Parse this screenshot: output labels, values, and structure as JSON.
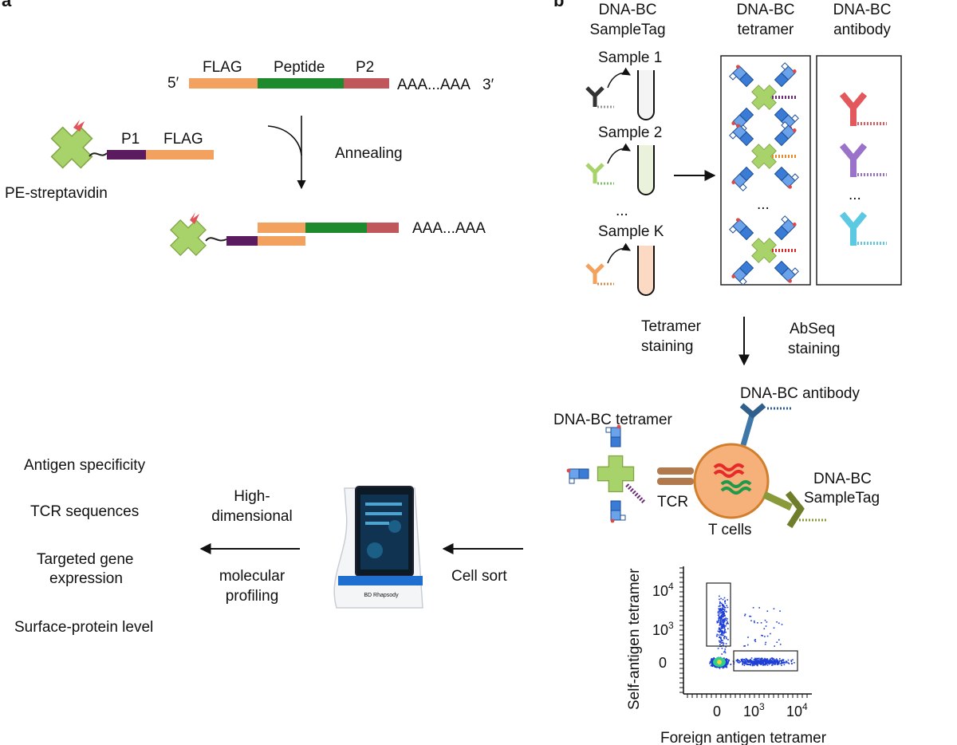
{
  "panel_a": {
    "letter": "a",
    "five_prime": "5′",
    "three_prime": "3′",
    "flag": "FLAG",
    "peptide": "Peptide",
    "p2": "P2",
    "polya_top": "AAA...AAA",
    "p1": "P1",
    "flag_left": "FLAG",
    "streptavidin": "PE-streptavidin",
    "annealing": "Annealing",
    "polya_bottom": "AAA...AAA"
  },
  "panel_b": {
    "letter": "b",
    "col_sampletag": [
      "DNA-BC",
      "SampleTag"
    ],
    "col_tetramer": [
      "DNA-BC",
      "tetramer"
    ],
    "col_antibody": [
      "DNA-BC",
      "antibody"
    ],
    "sample1": "Sample 1",
    "sample2": "Sample 2",
    "ellipsis": "...",
    "samplek": "Sample K",
    "tetramer_ellipsis": "...",
    "antibody_ellipsis": "...",
    "tetramer_staining": [
      "Tetramer",
      "staining"
    ],
    "abseq_staining": [
      "AbSeq",
      "staining"
    ],
    "cell_tetramer": "DNA-BC tetramer",
    "cell_antibody": "DNA-BC antibody",
    "cell_sampletag": [
      "DNA-BC",
      "SampleTag"
    ],
    "tcr": "TCR",
    "tcells": "T cells"
  },
  "bottom_left": {
    "outputs": [
      "Antigen specificity",
      "TCR sequences",
      "Targeted gene",
      "expression",
      "Surface-protein level"
    ],
    "high_dim": [
      "High-",
      "dimensional"
    ],
    "molecular": [
      "molecular",
      "profiling"
    ],
    "cell_sort": "Cell sort",
    "instrument_brand": "BD Rhapsody"
  },
  "plot": {
    "ylabel": "Self-antigen tetramer",
    "xlabel": "Foreign antigen tetramer",
    "yticks": [
      "10",
      "10",
      "0"
    ],
    "ytick_exp": [
      "4",
      "3"
    ],
    "xticks": [
      "0",
      "10",
      "10"
    ],
    "xtick_exp": [
      "3",
      "4"
    ]
  },
  "colors": {
    "flag": "#f2a25e",
    "peptide": "#1e8a2e",
    "p2": "#c0575a",
    "p1": "#5a1c5e",
    "streptavidin": "#a7d36a",
    "cell": "#f6b07a",
    "tcr": "#b07a4e",
    "antibody_red": "#e2585c",
    "antibody_purple": "#9a72c9",
    "antibody_cyan": "#5bc9e2",
    "antibody_navy": "#3f78a8",
    "sampletag_olive": "#889a3a",
    "scatter_blue": "#1f3fd6"
  }
}
